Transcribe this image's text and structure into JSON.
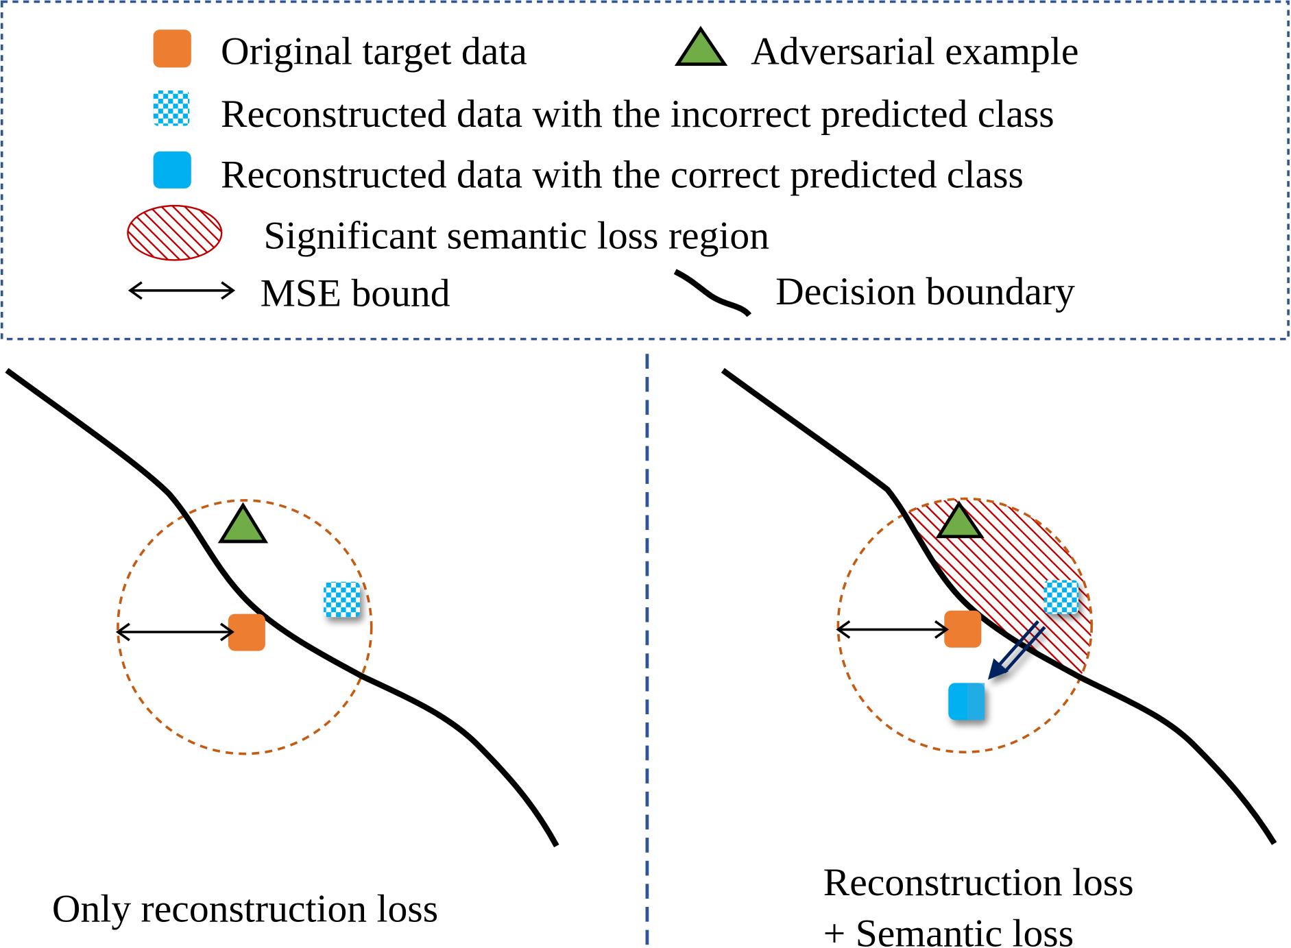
{
  "legend": {
    "original_target": "Original target data",
    "adversarial": "Adversarial example",
    "recon_incorrect": "Reconstructed data with the incorrect predicted class",
    "recon_correct": "Reconstructed data with the correct predicted class",
    "semantic_region": "Significant semantic loss region",
    "mse_bound": "MSE bound",
    "decision_boundary": "Decision boundary"
  },
  "panels": {
    "left_caption": "Only reconstruction loss",
    "right_caption_line1": "Reconstruction loss",
    "right_caption_line2": "+ Semantic loss"
  },
  "colors": {
    "orange": "#ed7d31",
    "green": "#70ad47",
    "blue": "#00b0f0",
    "hatch_red": "#c00000",
    "circle_dash": "#c55a11",
    "divider_blue": "#2f5597",
    "arrow_navy": "#002060"
  }
}
